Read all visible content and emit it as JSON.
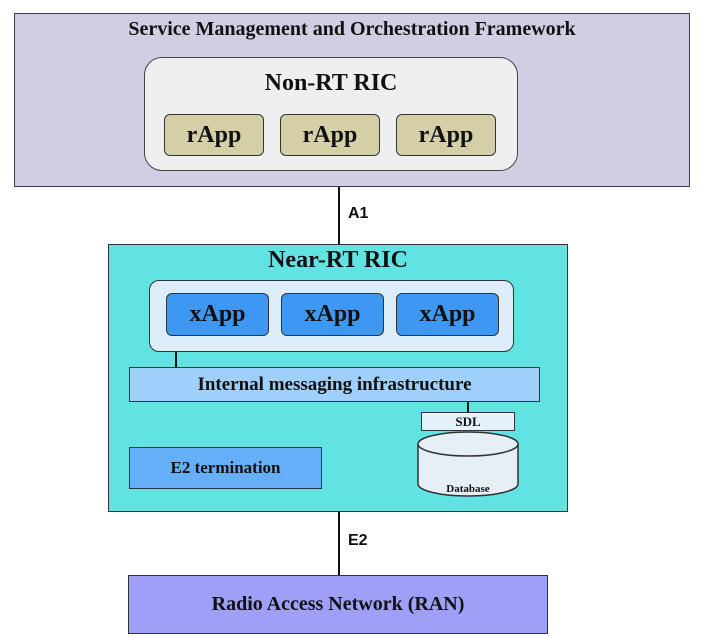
{
  "smo": {
    "title": "Service Management and Orchestration Framework"
  },
  "non_rt_ric": {
    "title": "Non-RT RIC",
    "rapps": [
      "rApp",
      "rApp",
      "rApp"
    ]
  },
  "interfaces": {
    "a1": "A1",
    "e2": "E2"
  },
  "near_rt_ric": {
    "title": "Near-RT RIC",
    "xapps": [
      "xApp",
      "xApp",
      "xApp"
    ],
    "messaging": "Internal messaging infrastructure",
    "sdl": "SDL",
    "database": "Database",
    "e2_termination": "E2 termination"
  },
  "ran": {
    "label": "Radio Access Network (RAN)"
  },
  "colors": {
    "smo_bg": "#d2cde2",
    "non_rt_bg": "#efefef",
    "rapp_bg": "#d4cfa6",
    "near_rt_bg": "#62e3e3",
    "xapp_bg": "#3e98f3",
    "messaging_bg": "#9fd0fb",
    "e2_term_bg": "#66aef7",
    "ran_bg": "#9f9ff7"
  }
}
